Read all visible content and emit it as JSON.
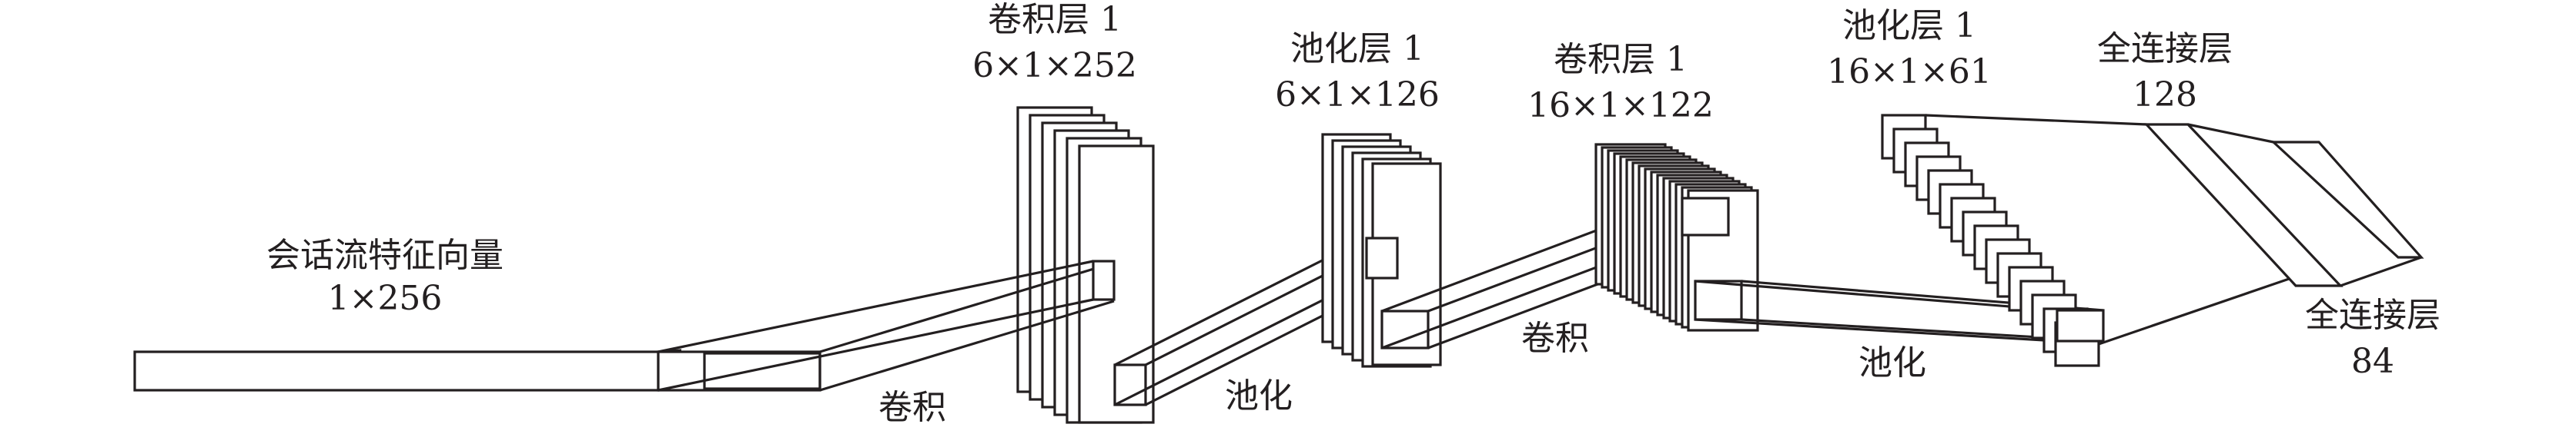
{
  "diagram": {
    "input": {
      "title": "会话流特征向量",
      "dims": "1×256"
    },
    "conv1": {
      "title": "卷积层 1",
      "dims": "6×1×252"
    },
    "pool1": {
      "title": "池化层 1",
      "dims": "6×1×126"
    },
    "conv2": {
      "title": "卷积层 1",
      "dims": "16×1×122"
    },
    "pool2": {
      "title": "池化层 1",
      "dims": "16×1×61"
    },
    "fc1": {
      "title": "全连接层",
      "dims": "128"
    },
    "fc2": {
      "title": "全连接层",
      "dims": "84"
    },
    "ops": {
      "conv_a": "卷积",
      "pool_a": "池化",
      "conv_b": "卷积",
      "pool_b": "池化"
    }
  }
}
